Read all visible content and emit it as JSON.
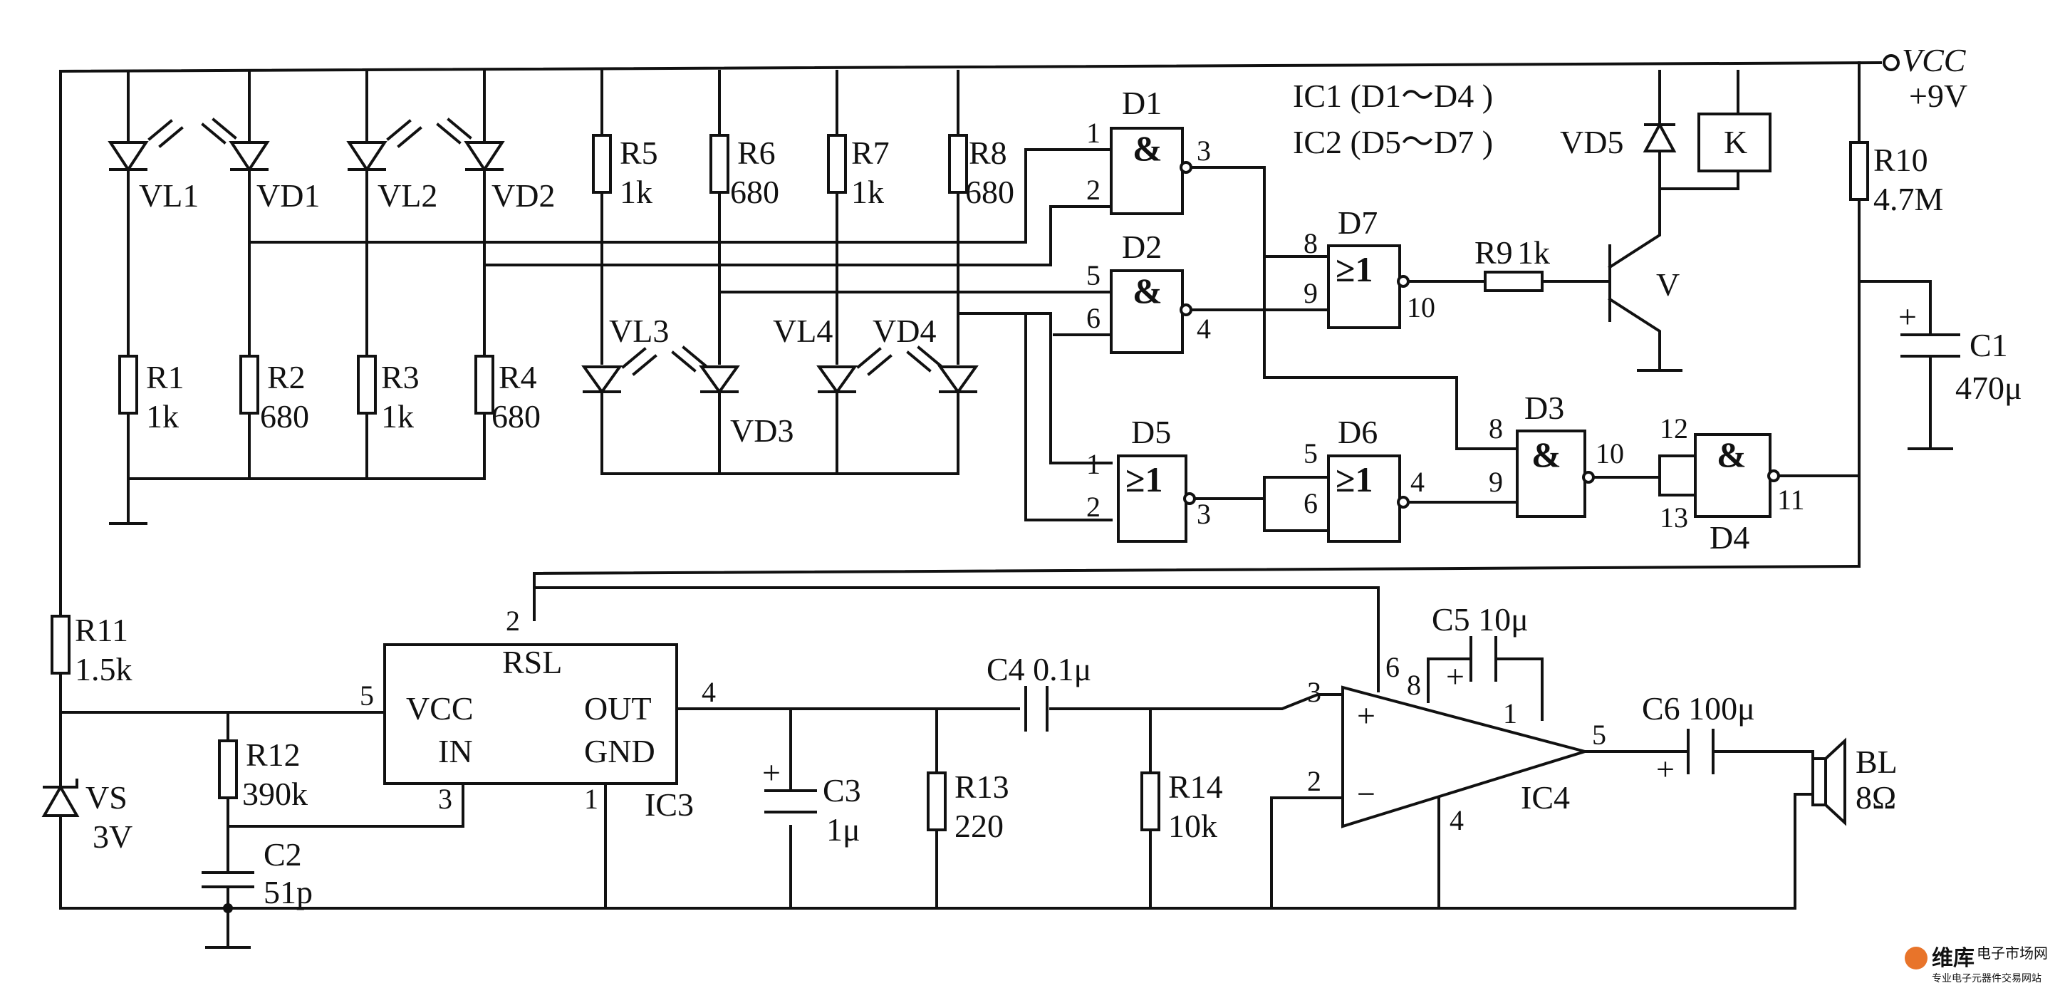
{
  "supply": {
    "vcc_label": "VCC",
    "voltage": "+9V"
  },
  "ic_note": {
    "line1": "IC1 (D1～D4 )",
    "line2": "IC2 (D5～D7 )"
  },
  "sensor_pairs": [
    {
      "emitter": "VL1",
      "detector": "VD1",
      "r_emitter": "R1",
      "r_emitter_val": "1k",
      "r_detector": "R2",
      "r_detector_val": "680"
    },
    {
      "emitter": "VL2",
      "detector": "VD2",
      "r_emitter": "R3",
      "r_emitter_val": "1k",
      "r_detector": "R4",
      "r_detector_val": "680"
    },
    {
      "emitter": "VL3",
      "detector": "VD3",
      "r_emitter": "R5",
      "r_emitter_val": "1k",
      "r_detector": "R6",
      "r_detector_val": "680"
    },
    {
      "emitter": "VL4",
      "detector": "VD4",
      "r_emitter": "R7",
      "r_emitter_val": "1k",
      "r_detector": "R8",
      "r_detector_val": "680"
    }
  ],
  "gates": {
    "D1": {
      "name": "D1",
      "symbol": "&",
      "pins": [
        "1",
        "2",
        "3"
      ]
    },
    "D2": {
      "name": "D2",
      "symbol": "&",
      "pins": [
        "5",
        "6",
        "4"
      ]
    },
    "D3": {
      "name": "D3",
      "symbol": "&",
      "pins": [
        "8",
        "9",
        "10"
      ]
    },
    "D4": {
      "name": "D4",
      "symbol": "&",
      "pins": [
        "12",
        "13",
        "11"
      ]
    },
    "D5": {
      "name": "D5",
      "symbol": "≥1",
      "pins": [
        "1",
        "2",
        "3"
      ]
    },
    "D6": {
      "name": "D6",
      "symbol": "≥1",
      "pins": [
        "5",
        "6",
        "4"
      ]
    },
    "D7": {
      "name": "D7",
      "symbol": "≥1",
      "pins": [
        "8",
        "9",
        "10"
      ]
    }
  },
  "relay_driver": {
    "diode": "VD5",
    "relay": "K",
    "resistor": "R9",
    "resistor_val": "1k",
    "transistor": "V"
  },
  "timer": {
    "resistor": "R10",
    "resistor_val": "4.7M",
    "cap": "C1",
    "cap_val": "470μ"
  },
  "ic3": {
    "name": "IC3",
    "pin_rsl": "RSL",
    "pin_vcc": "VCC",
    "pin_in": "IN",
    "pin_out": "OUT",
    "pin_gnd": "GND",
    "pin2": "2",
    "pin5": "5",
    "pin3": "3",
    "pin4": "4",
    "pin1": "1"
  },
  "ic4": {
    "name": "IC4",
    "plus": "+",
    "minus": "−",
    "pin3": "3",
    "pin2": "2",
    "pin6": "6",
    "pin8": "8",
    "pin1": "1",
    "pin4": "4",
    "pin5": "5"
  },
  "passives": {
    "R11": "R11",
    "R11_val": "1.5k",
    "R12": "R12",
    "R12_val": "390k",
    "R13": "R13",
    "R13_val": "220",
    "R14": "R14",
    "R14_val": "10k",
    "C2": "C2",
    "C2_val": "51p",
    "C3": "C3",
    "C3_val": "1μ",
    "C4": "C4 0.1μ",
    "C5": "C5 10μ",
    "C6": "C6 100μ",
    "VS": "VS",
    "VS_val": "3V",
    "BL": "BL",
    "BL_val": "8Ω"
  },
  "watermark": {
    "brand": "维库",
    "site": "电子市场网",
    "tagline": "专业电子元器件交易网站"
  },
  "colors": {
    "ink": "#111111",
    "paper": "#ffffff",
    "watermark": "#e8742a"
  }
}
